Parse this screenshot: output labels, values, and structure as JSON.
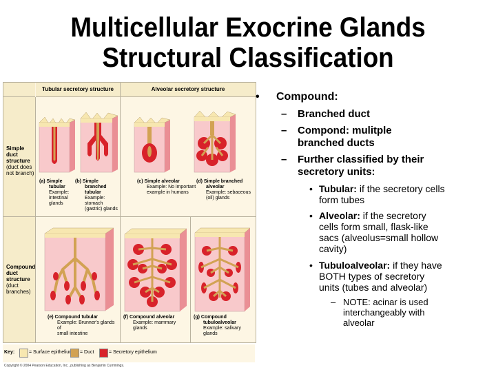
{
  "slide": {
    "title_line1": "Multicellular Exocrine Glands",
    "title_line2": "Structural Classification"
  },
  "figure": {
    "col_header_tubular": "Tubular secretory structure",
    "col_header_alveolar": "Alveolar secretory structure",
    "row_simple": [
      "Simple",
      "duct",
      "structure"
    ],
    "row_simple_note": [
      "(duct does",
      "not branch)"
    ],
    "row_compound": [
      "Compound",
      "duct",
      "structure"
    ],
    "row_compound_note": [
      "(duct",
      "branches)"
    ],
    "cap_a": {
      "letter": "(a)",
      "name1": "Simple",
      "name2": "tubular",
      "ex1": "Example:",
      "ex2": "intestinal",
      "ex3": "glands"
    },
    "cap_b": {
      "letter": "(b)",
      "name1": "Simple",
      "name2": "branched",
      "name3": "tubular",
      "ex1": "Example: stomach",
      "ex2": "(gastric) glands"
    },
    "cap_c": {
      "letter": "(c)",
      "name1": "Simple alveolar",
      "ex1": "Example: No important",
      "ex2": "example in humans"
    },
    "cap_d": {
      "letter": "(d)",
      "name1": "Simple branched",
      "name2": "alveolar",
      "ex1": "Example: sebaceous",
      "ex2": "(oil) glands"
    },
    "cap_e": {
      "letter": "(e)",
      "name1": "Compound tubular",
      "ex1": "Example: Brunner's glands of",
      "ex2": "small intestine"
    },
    "cap_f": {
      "letter": "(f)",
      "name1": "Compound alveolar",
      "ex1": "Example: mammary glands"
    },
    "cap_g": {
      "letter": "(g)",
      "name1": "Compound",
      "name2": "tubuloalveolar",
      "ex1": "Example: salivary glands"
    },
    "key_label": "Key:",
    "key_surface": "= Surface epithelium",
    "key_duct": "= Duct",
    "key_secretory": "= Secretory epithelium",
    "copyright": "Copyright © 2004 Pearson Education, Inc., publishing as Benjamin Cummings.",
    "colors": {
      "surface": "#f7e7b0",
      "duct": "#d2a253",
      "secretory": "#d8222a",
      "tissue": "#f8c9cb"
    }
  },
  "notes": {
    "b1": "Compound:",
    "b1_1": "Branched duct",
    "b1_2a": "Compond: mulitple",
    "b1_2b": "branched ducts",
    "b1_3a": "Further classified by their",
    "b1_3b": "secretory units:",
    "t_label": "Tubular:",
    "t_text1": " if the secretory cells",
    "t_text2": "form tubes",
    "a_label": "Alveolar:",
    "a_text1": " if the secretory",
    "a_text2": "cells form small, flask-like",
    "a_text3": "sacs (alveolus=small hollow",
    "a_text4": "cavity)",
    "ta_label": "Tubuloalveolar:",
    "ta_text1": " if they have",
    "ta_text2": "BOTH types of secretory",
    "ta_text3": "units (tubes and alveolar)",
    "note1": "NOTE: acinar is used",
    "note2": "interchangeably with",
    "note3": "alveolar"
  }
}
